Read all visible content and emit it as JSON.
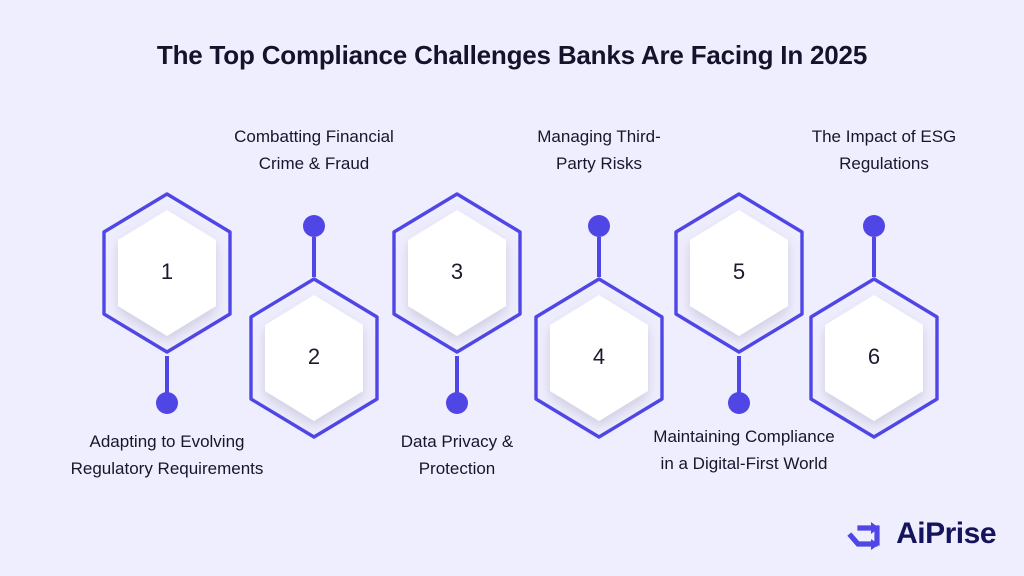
{
  "title": "The Top Compliance Challenges Banks Are Facing In 2025",
  "colors": {
    "background": "#EFEEFE",
    "accent": "#5046E5",
    "hex_fill": "#FFFFFF",
    "text": "#16162C",
    "logo_text": "#14135C"
  },
  "nodes": [
    {
      "number": "1",
      "label_line1": "Adapting to Evolving",
      "label_line2": "Regulatory Requirements",
      "position": "lower-caption",
      "connector": "down"
    },
    {
      "number": "2",
      "label_line1": "Combatting Financial",
      "label_line2": "Crime & Fraud",
      "position": "upper-caption",
      "connector": "up"
    },
    {
      "number": "3",
      "label_line1": "Data Privacy &",
      "label_line2": "Protection",
      "position": "lower-caption",
      "connector": "down"
    },
    {
      "number": "4",
      "label_line1": "Managing Third-",
      "label_line2": "Party Risks",
      "position": "upper-caption",
      "connector": "up"
    },
    {
      "number": "5",
      "label_line1": "Maintaining Compliance",
      "label_line2": "in a Digital-First World",
      "position": "lower-caption",
      "connector": "down"
    },
    {
      "number": "6",
      "label_line1": "The Impact of ESG",
      "label_line2": "Regulations",
      "position": "upper-caption",
      "connector": "up"
    }
  ],
  "logo": {
    "name": "AiPrise",
    "mark": "aiprise-arrow-mark"
  }
}
